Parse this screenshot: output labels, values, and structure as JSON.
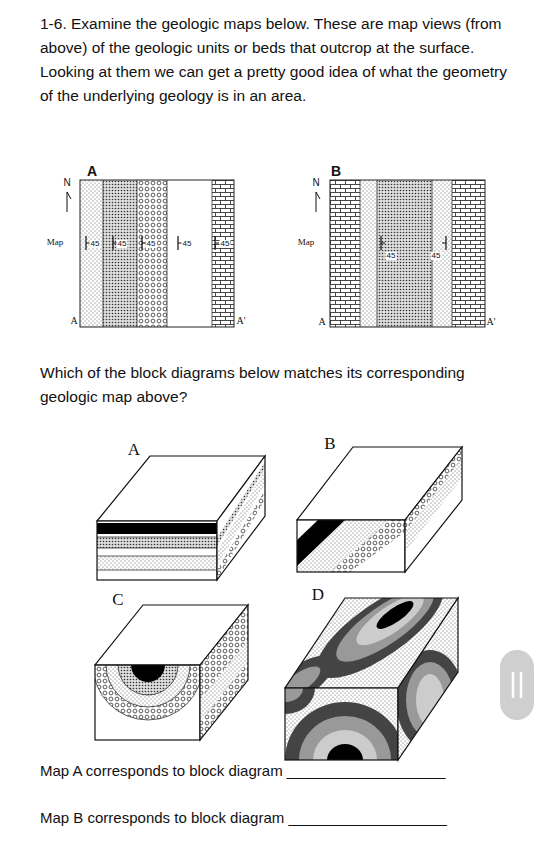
{
  "diagram": {
    "labels": [
      "1-6. Examine the geologic maps below. These are map views (from above) of the geologic units or beds that outcrop at the surface. Looking at them we can get a pretty good idea of what the geometry of the underlying geology is in an area.",
      "A",
      "N",
      "Map",
      "45",
      "45",
      "45",
      "45",
      "45",
      "A",
      "A'",
      "B",
      "N",
      "Map",
      "45",
      "45",
      "A",
      "A'",
      "Which of the block diagrams below matches its corresponding geologic map above?",
      "A",
      "B",
      "C",
      "D",
      "Map A corresponds to block diagram ___________________",
      "Map B corresponds to block diagram ___________________"
    ]
  }
}
